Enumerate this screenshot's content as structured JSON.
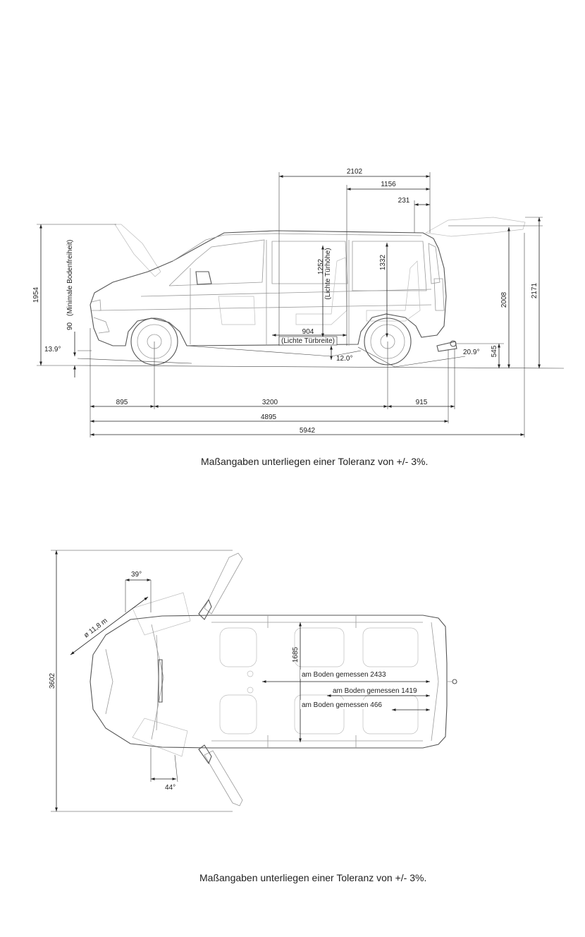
{
  "side_view": {
    "dims": {
      "d2102": "2102",
      "d1156": "1156",
      "d231": "231",
      "d1954": "1954",
      "d90": "90",
      "min_clearance": "(Minimale Bodenfreiheit)",
      "d1252": "1252",
      "lichte_tuerhoehe": "(Lichte Türhöhe)",
      "d1332": "1332",
      "d904": "904",
      "lichte_tuerbreite": "(Lichte Türbreite)",
      "d2008": "2008",
      "d2171": "2171",
      "d545": "545",
      "a139": "13.9°",
      "a120": "12.0°",
      "a209": "20.9°",
      "d895": "895",
      "d3200": "3200",
      "d915": "915",
      "d4895": "4895",
      "d5942": "5942"
    },
    "caption": "Maßangaben unterliegen einer Toleranz von +/- 3%."
  },
  "top_view": {
    "dims": {
      "d3602": "3602",
      "a39": "39°",
      "turning": "ø 11,8 m",
      "a44": "44°",
      "d1685": "1685",
      "floor2433": "am Boden gemessen 2433",
      "floor1419": "am Boden gemessen 1419",
      "floor466": "am Boden gemessen 466"
    },
    "caption": "Maßangaben unterliegen einer Toleranz von +/- 3%."
  }
}
